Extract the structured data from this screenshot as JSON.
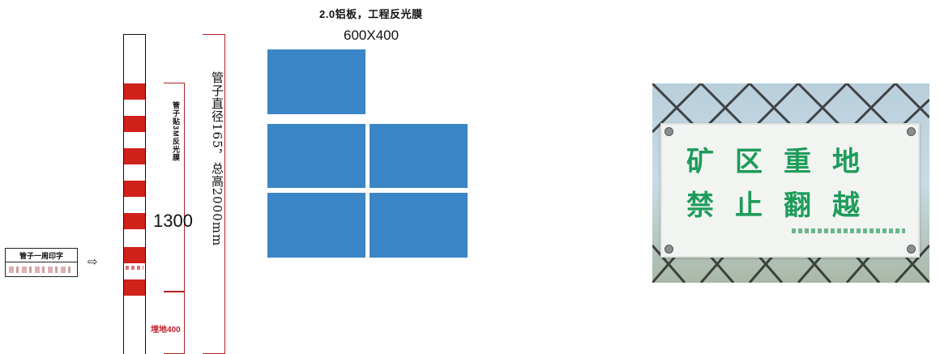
{
  "sign_spec": {
    "material": "2.0铝板，工程反光膜",
    "size": "600X400"
  },
  "pole": {
    "film_label": "管子贴3M反光膜",
    "diameter_label": "管子直径165，总高2000mm",
    "height_above_ground": "1300",
    "buried_label": "埋地400"
  },
  "label_box": {
    "title": "管子一周印字",
    "arrow": "⇨"
  },
  "photo": {
    "line1": "矿区重地",
    "line2": "禁止翻越"
  },
  "colors": {
    "panel_blue": "#3b86c7",
    "stripe_red": "#d0211b",
    "bracket_red": "#b22222",
    "sign_text_green": "#1e9c5a"
  }
}
